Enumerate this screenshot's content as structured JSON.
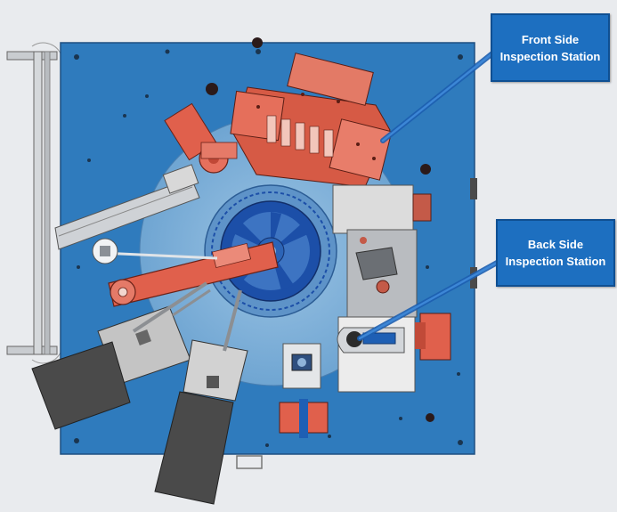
{
  "labels": {
    "front_side": {
      "line1": "Front Side",
      "line2": "Inspection Station"
    },
    "back_side": {
      "line1": "Back Side",
      "line2": "Inspection Station"
    }
  },
  "colors": {
    "base_plate": "#2f7bbd",
    "turntable": "#7fb0d8",
    "wheel": "#1c4fa8",
    "arm_red": "#e0604c",
    "gray_part": "#bfbfbf",
    "dark_part": "#4a4a4a",
    "callout_fill": "#1d6fc0",
    "leader_line": "#1d5fb0"
  }
}
